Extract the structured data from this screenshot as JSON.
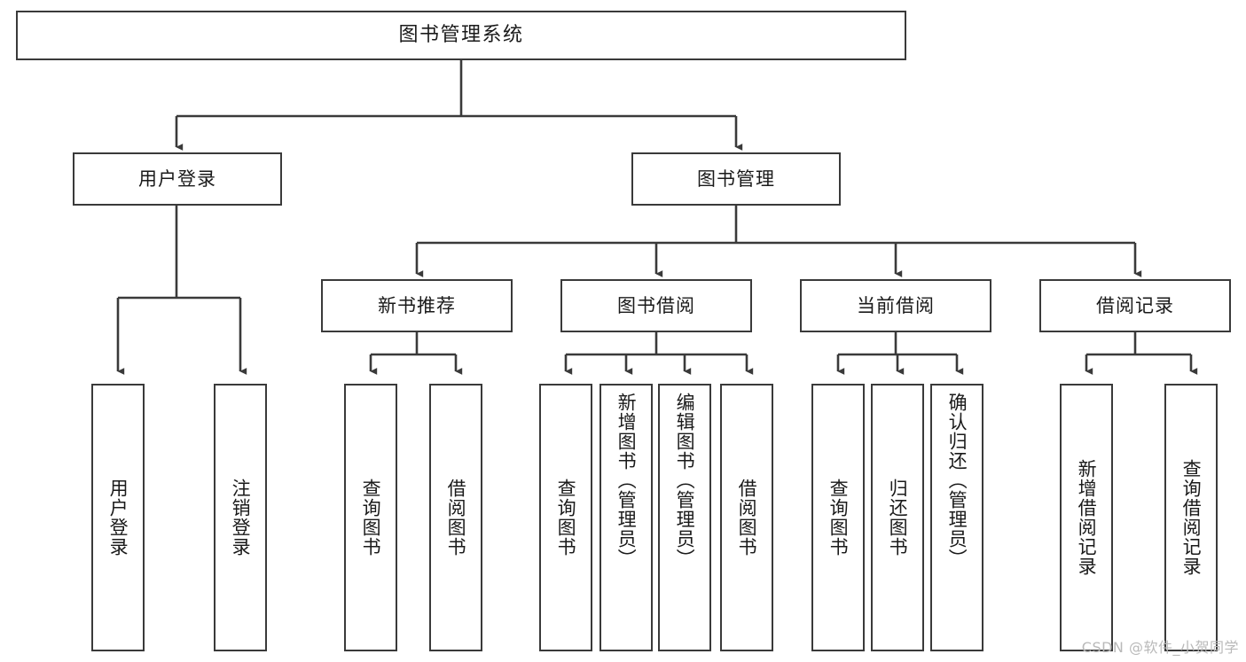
{
  "diagram": {
    "type": "hierarchy-tree",
    "title": "图书管理系统",
    "watermark": "CSDN @软件_小贺同学",
    "colors": {
      "stroke": "#3a3a3a",
      "background": "#ffffff",
      "text": "#1a1a1a",
      "watermark": "#b9b9b9"
    },
    "nodes": {
      "root": {
        "label": "图书管理系统"
      },
      "level2": [
        {
          "id": "user-login",
          "label": "用户登录"
        },
        {
          "id": "book-manage",
          "label": "图书管理"
        }
      ],
      "level3": [
        {
          "id": "new-book-recommend",
          "label": "新书推荐"
        },
        {
          "id": "book-borrow",
          "label": "图书借阅"
        },
        {
          "id": "current-borrow",
          "label": "当前借阅"
        },
        {
          "id": "borrow-record",
          "label": "借阅记录"
        }
      ],
      "leaves": [
        {
          "id": "leaf-user-login",
          "label": "用户登录",
          "parent": "user-login"
        },
        {
          "id": "leaf-logout-login",
          "label": "注销登录",
          "parent": "user-login"
        },
        {
          "id": "leaf-query-book-1",
          "label": "查询图书",
          "parent": "new-book-recommend"
        },
        {
          "id": "leaf-borrow-book-1",
          "label": "借阅图书",
          "parent": "new-book-recommend"
        },
        {
          "id": "leaf-query-book-2",
          "label": "查询图书",
          "parent": "book-borrow"
        },
        {
          "id": "leaf-add-book",
          "label": "新增图书（管理员）",
          "parent": "book-borrow"
        },
        {
          "id": "leaf-edit-book",
          "label": "编辑图书（管理员）",
          "parent": "book-borrow"
        },
        {
          "id": "leaf-borrow-book-2",
          "label": "借阅图书",
          "parent": "book-borrow"
        },
        {
          "id": "leaf-query-book-3",
          "label": "查询图书",
          "parent": "current-borrow"
        },
        {
          "id": "leaf-return-book",
          "label": "归还图书",
          "parent": "current-borrow"
        },
        {
          "id": "leaf-confirm-return",
          "label": "确认归还（管理员）",
          "parent": "current-borrow"
        },
        {
          "id": "leaf-add-record",
          "label": "新增借阅记录",
          "parent": "borrow-record"
        },
        {
          "id": "leaf-query-record",
          "label": "查询借阅记录",
          "parent": "borrow-record"
        }
      ]
    }
  }
}
